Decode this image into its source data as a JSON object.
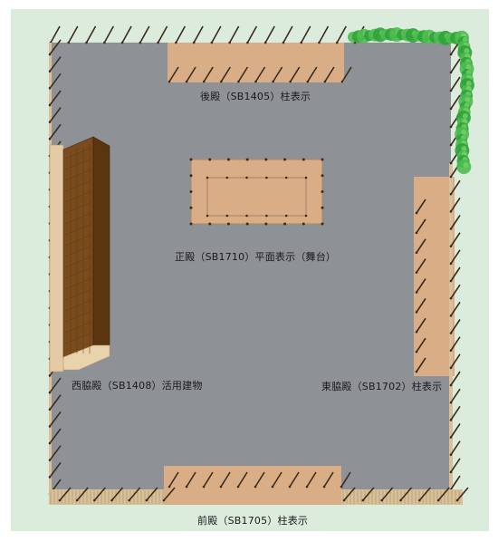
{
  "labels": {
    "rear_hall": "後殿（SB1405）柱表示",
    "main_hall": "正殿（SB1710）平面表示（舞台）",
    "west_hall": "西脇殿（SB1408）活用建物",
    "east_hall": "東脇殿（SB1702）柱表示",
    "front_hall": "前殿（SB1705）柱表示"
  },
  "colors": {
    "background_green": "#dcecdc",
    "ground_gray": "#8e9196",
    "wall_base": "#d7c09a",
    "hall_tan": "#d9ad86",
    "post_dark": "#3b2b1c",
    "building_brown": "#6d4318",
    "building_brown_light": "#9a6a36",
    "tree_green": "#2fa23a"
  },
  "icons": {
    "tree": "tree-hedge-icon",
    "wall": "wall-hatch-icon"
  }
}
